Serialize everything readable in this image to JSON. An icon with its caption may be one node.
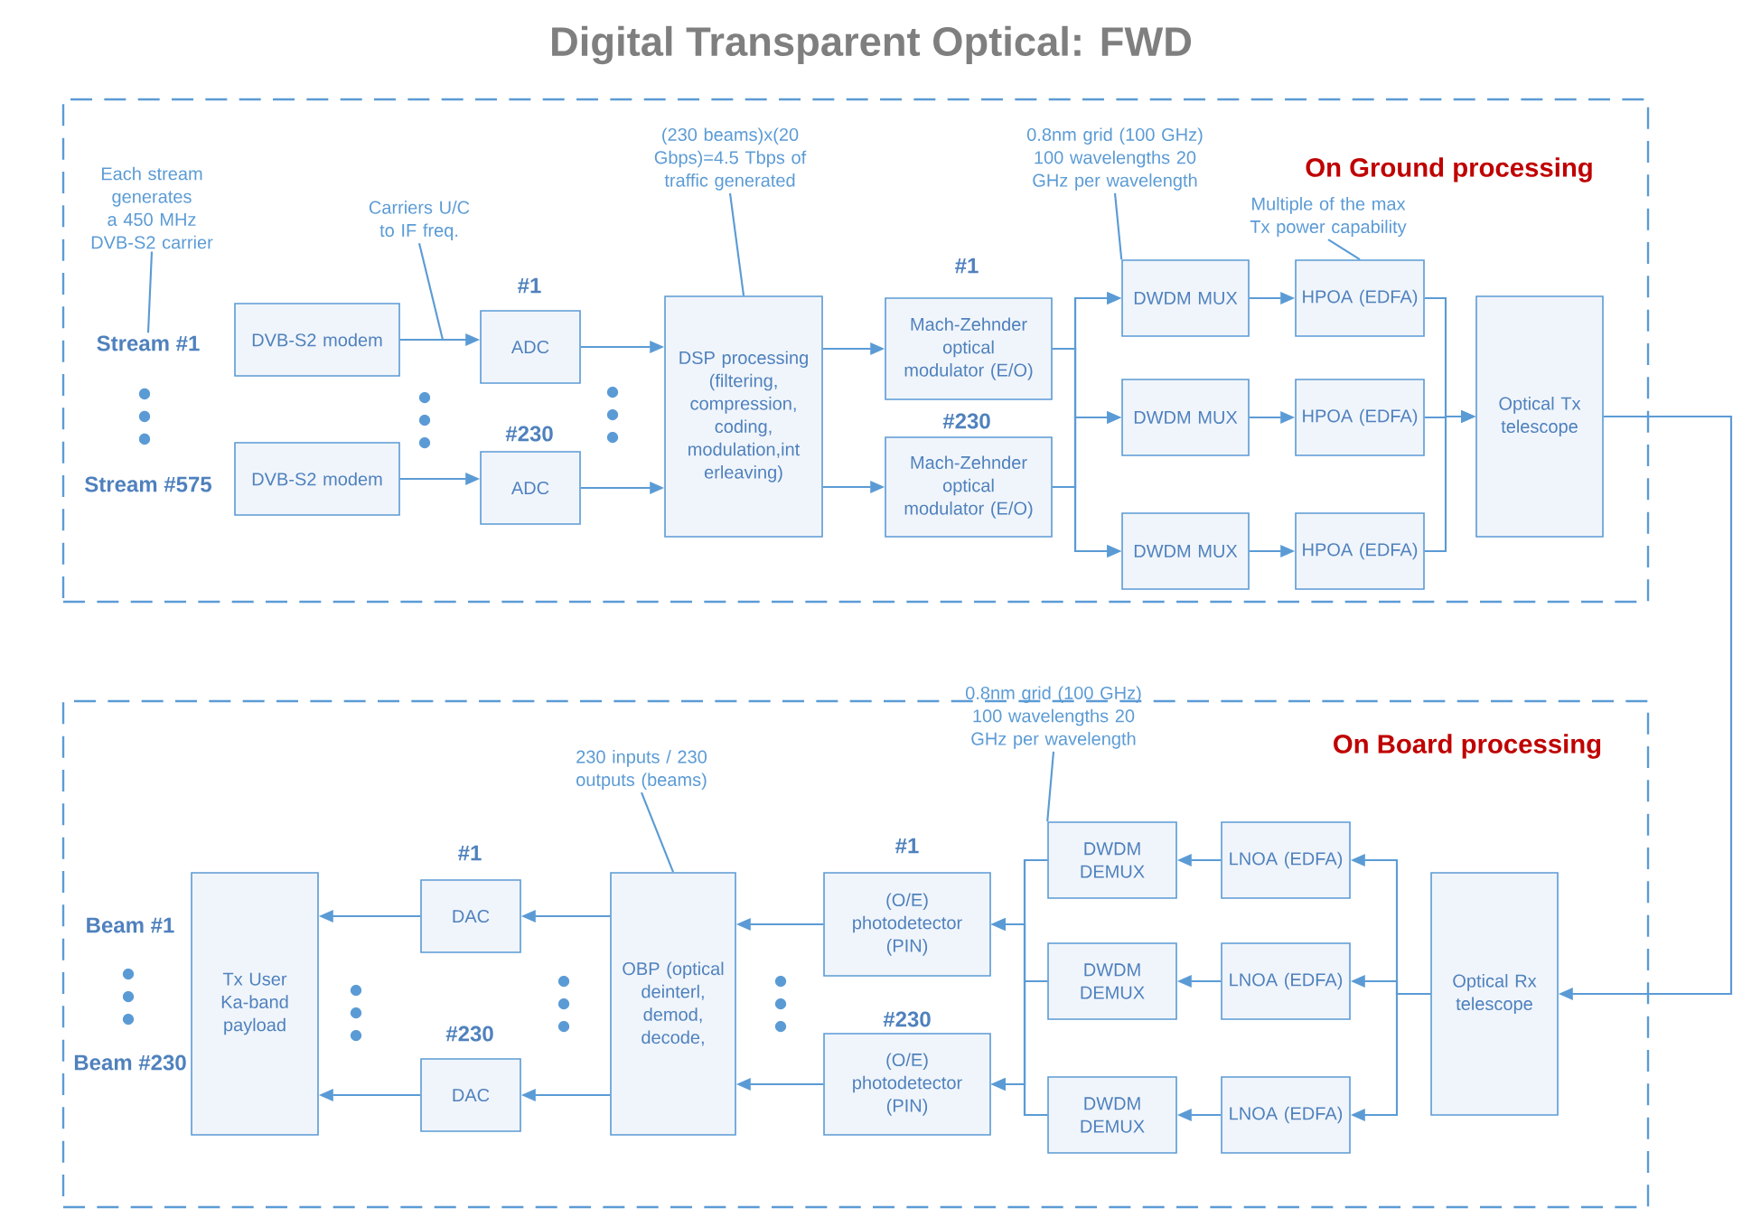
{
  "diagram": {
    "title": "Digital Transparent Optical: FWD",
    "nodes": [
      {
        "text": [
          "On Ground processing"
        ]
      },
      {
        "text": [
          "Stream #1"
        ],
        "in": 0
      },
      {
        "text": [
          "Stream #575"
        ],
        "in": 0
      },
      {
        "text": [
          "DVB-S2 modem"
        ],
        "in": 0
      },
      {
        "text": [
          "DVB-S2 modem"
        ],
        "in": 0
      },
      {
        "text": [
          "ADC"
        ],
        "beside": [
          "#1"
        ],
        "in": 0
      },
      {
        "text": [
          "ADC"
        ],
        "beside": [
          "#230"
        ],
        "in": 0
      },
      {
        "text": [
          "DSP processing (filtering, compression, coding, modulation,int erleaving)"
        ],
        "in": 0
      },
      {
        "text": [
          "Mach-Zehnder optical modulator (E/O)"
        ],
        "beside": [
          "#1"
        ],
        "in": 0
      },
      {
        "text": [
          "Mach-Zehnder optical modulator (E/O)"
        ],
        "beside": [
          "#230"
        ],
        "in": 0
      },
      {
        "text": [
          "DWDM MUX"
        ],
        "in": 0
      },
      {
        "text": [
          "DWDM MUX"
        ],
        "in": 0
      },
      {
        "text": [
          "DWDM MUX"
        ],
        "in": 0
      },
      {
        "text": [
          "HPOA (EDFA)"
        ],
        "in": 0
      },
      {
        "text": [
          "HPOA (EDFA)"
        ],
        "in": 0
      },
      {
        "text": [
          "HPOA (EDFA)"
        ],
        "in": 0
      },
      {
        "text": [
          "Optical Tx telescope"
        ],
        "in": 0
      },
      {
        "text": [
          "On Board processing"
        ]
      },
      {
        "text": [
          "Optical Rx telescope"
        ],
        "in": 17
      },
      {
        "text": [
          "LNOA (EDFA)"
        ],
        "in": 17
      },
      {
        "text": [
          "LNOA (EDFA)"
        ],
        "in": 17
      },
      {
        "text": [
          "LNOA (EDFA)"
        ],
        "in": 17
      },
      {
        "text": [
          "DWDM DEMUX"
        ],
        "in": 17
      },
      {
        "text": [
          "DWDM DEMUX"
        ],
        "in": 17
      },
      {
        "text": [
          "DWDM DEMUX"
        ],
        "in": 17
      },
      {
        "text": [
          "(O/E) photodetector (PIN)"
        ],
        "beside": [
          "#1"
        ],
        "in": 17
      },
      {
        "text": [
          "(O/E) photodetector (PIN)"
        ],
        "beside": [
          "#230"
        ],
        "in": 17
      },
      {
        "text": [
          "OBP (optical deinterl, demod, decode,"
        ],
        "in": 17
      },
      {
        "text": [
          "DAC"
        ],
        "beside": [
          "#1"
        ],
        "in": 17
      },
      {
        "text": [
          "DAC"
        ],
        "beside": [
          "#230"
        ],
        "in": 17
      },
      {
        "text": [
          "Tx User Ka-band payload"
        ],
        "in": 17
      },
      {
        "text": [
          "Beam #1"
        ],
        "in": 17
      },
      {
        "text": [
          "Beam #230"
        ],
        "in": 17
      },
      {
        "text": [
          "Each stream generates a 450 MHz DVB-S2 carrier"
        ],
        "in": 0
      },
      {
        "text": [
          "Carriers U/C to IF freq."
        ],
        "in": 0
      },
      {
        "text": [
          "(230 beams)x(20 Gbps)=4.5 Tbps of traffic generated"
        ],
        "in": 0
      },
      {
        "text": [
          "0.8nm grid (100 GHz) 100 wavelengths 20 GHz per wavelength"
        ],
        "in": 0
      },
      {
        "text": [
          "Multiple of the max Tx power capability"
        ],
        "in": 0
      },
      {
        "text": [
          "0.8nm grid (100 GHz) 100 wavelengths 20 GHz per wavelength"
        ]
      },
      {
        "text": [
          "230 inputs / 230 outputs (beams)"
        ],
        "in": 17
      }
    ],
    "edges": [
      {
        "from": 3,
        "to": 5,
        "arrow": "to"
      },
      {
        "from": 4,
        "to": 6,
        "arrow": "to"
      },
      {
        "from": 5,
        "to": 7,
        "arrow": "to"
      },
      {
        "from": 6,
        "to": 7,
        "arrow": "to"
      },
      {
        "from": 7,
        "to": 8,
        "arrow": "to"
      },
      {
        "from": 7,
        "to": 9,
        "arrow": "to"
      },
      {
        "from": 8,
        "to": 10,
        "arrow": "to"
      },
      {
        "from": 8,
        "to": 11,
        "arrow": "to"
      },
      {
        "from": 8,
        "to": 12,
        "arrow": "to"
      },
      {
        "from": 9,
        "to": 10,
        "arrow": "to"
      },
      {
        "from": 9,
        "to": 11,
        "arrow": "to"
      },
      {
        "from": 9,
        "to": 12,
        "arrow": "to"
      },
      {
        "from": 10,
        "to": 13,
        "arrow": "to"
      },
      {
        "from": 11,
        "to": 14,
        "arrow": "to"
      },
      {
        "from": 12,
        "to": 15,
        "arrow": "to"
      },
      {
        "from": 13,
        "to": 16,
        "arrow": "to"
      },
      {
        "from": 14,
        "to": 16,
        "arrow": "to"
      },
      {
        "from": 15,
        "to": 16,
        "arrow": "to"
      },
      {
        "from": 16,
        "to": 18,
        "arrow": "to"
      },
      {
        "from": 18,
        "to": 19,
        "arrow": "to"
      },
      {
        "from": 18,
        "to": 20,
        "arrow": "to"
      },
      {
        "from": 18,
        "to": 21,
        "arrow": "to"
      },
      {
        "from": 19,
        "to": 22,
        "arrow": "to"
      },
      {
        "from": 20,
        "to": 23,
        "arrow": "to"
      },
      {
        "from": 21,
        "to": 24,
        "arrow": "to"
      },
      {
        "from": 22,
        "to": 25,
        "arrow": "to"
      },
      {
        "from": 22,
        "to": 26,
        "arrow": "to"
      },
      {
        "from": 23,
        "to": 25,
        "arrow": "to"
      },
      {
        "from": 23,
        "to": 26,
        "arrow": "to"
      },
      {
        "from": 24,
        "to": 25,
        "arrow": "to"
      },
      {
        "from": 24,
        "to": 26,
        "arrow": "to"
      },
      {
        "from": 25,
        "to": 27,
        "arrow": "to"
      },
      {
        "from": 26,
        "to": 27,
        "arrow": "to"
      },
      {
        "from": 27,
        "to": 28,
        "arrow": "to"
      },
      {
        "from": 27,
        "to": 29,
        "arrow": "to"
      },
      {
        "from": 28,
        "to": 30,
        "arrow": "to"
      },
      {
        "from": 29,
        "to": 30,
        "arrow": "to"
      },
      {
        "from": 33,
        "to": 1,
        "arrow": "none"
      },
      {
        "from": 34,
        "to": null,
        "arrow": "none"
      },
      {
        "from": 35,
        "to": 7,
        "arrow": "none"
      },
      {
        "from": 36,
        "to": 10,
        "arrow": "none"
      },
      {
        "from": 37,
        "to": 13,
        "arrow": "none"
      },
      {
        "from": 38,
        "to": 22,
        "arrow": "none"
      },
      {
        "from": 39,
        "to": 27,
        "arrow": "none"
      }
    ]
  }
}
